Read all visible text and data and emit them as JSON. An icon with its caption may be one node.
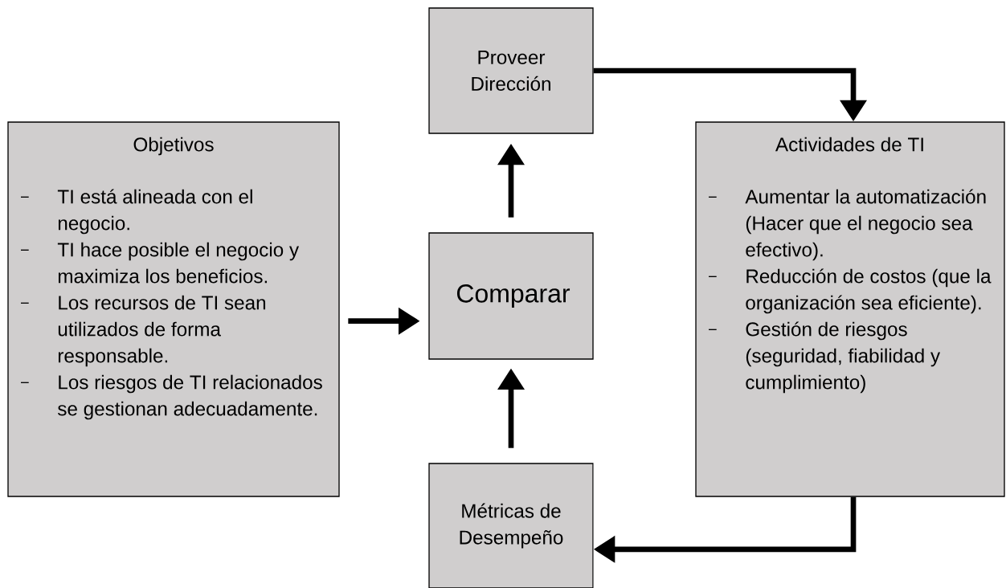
{
  "diagram": {
    "nodes": [
      {
        "text": [
          "Objetivos",
          "TI está alineada con el negocio.",
          "TI hace posible el negocio y maximiza los beneficios.",
          "Los recursos de TI sean utilizados de forma responsable.",
          "Los riesgos de TI relacionados se gestionan adecuadamente."
        ]
      },
      {
        "text": [
          "Proveer Dirección"
        ]
      },
      {
        "text": [
          "Comparar"
        ]
      },
      {
        "text": [
          "Actividades de TI",
          "Aumentar la automatización (Hacer que el negocio sea efectivo).",
          "Reducción de costos (que la organización sea eficiente).",
          "Gestión de riesgos (seguridad, fiabilidad y cumplimiento)"
        ]
      },
      {
        "text": [
          "Métricas de Desempeño"
        ]
      }
    ],
    "edges": [
      {
        "from": 0,
        "to": 2,
        "arrow": "to"
      },
      {
        "from": 2,
        "to": 1,
        "arrow": "to"
      },
      {
        "from": 1,
        "to": 3,
        "arrow": "to"
      },
      {
        "from": 3,
        "to": 4,
        "arrow": "to"
      },
      {
        "from": 4,
        "to": 2,
        "arrow": "to"
      }
    ]
  }
}
